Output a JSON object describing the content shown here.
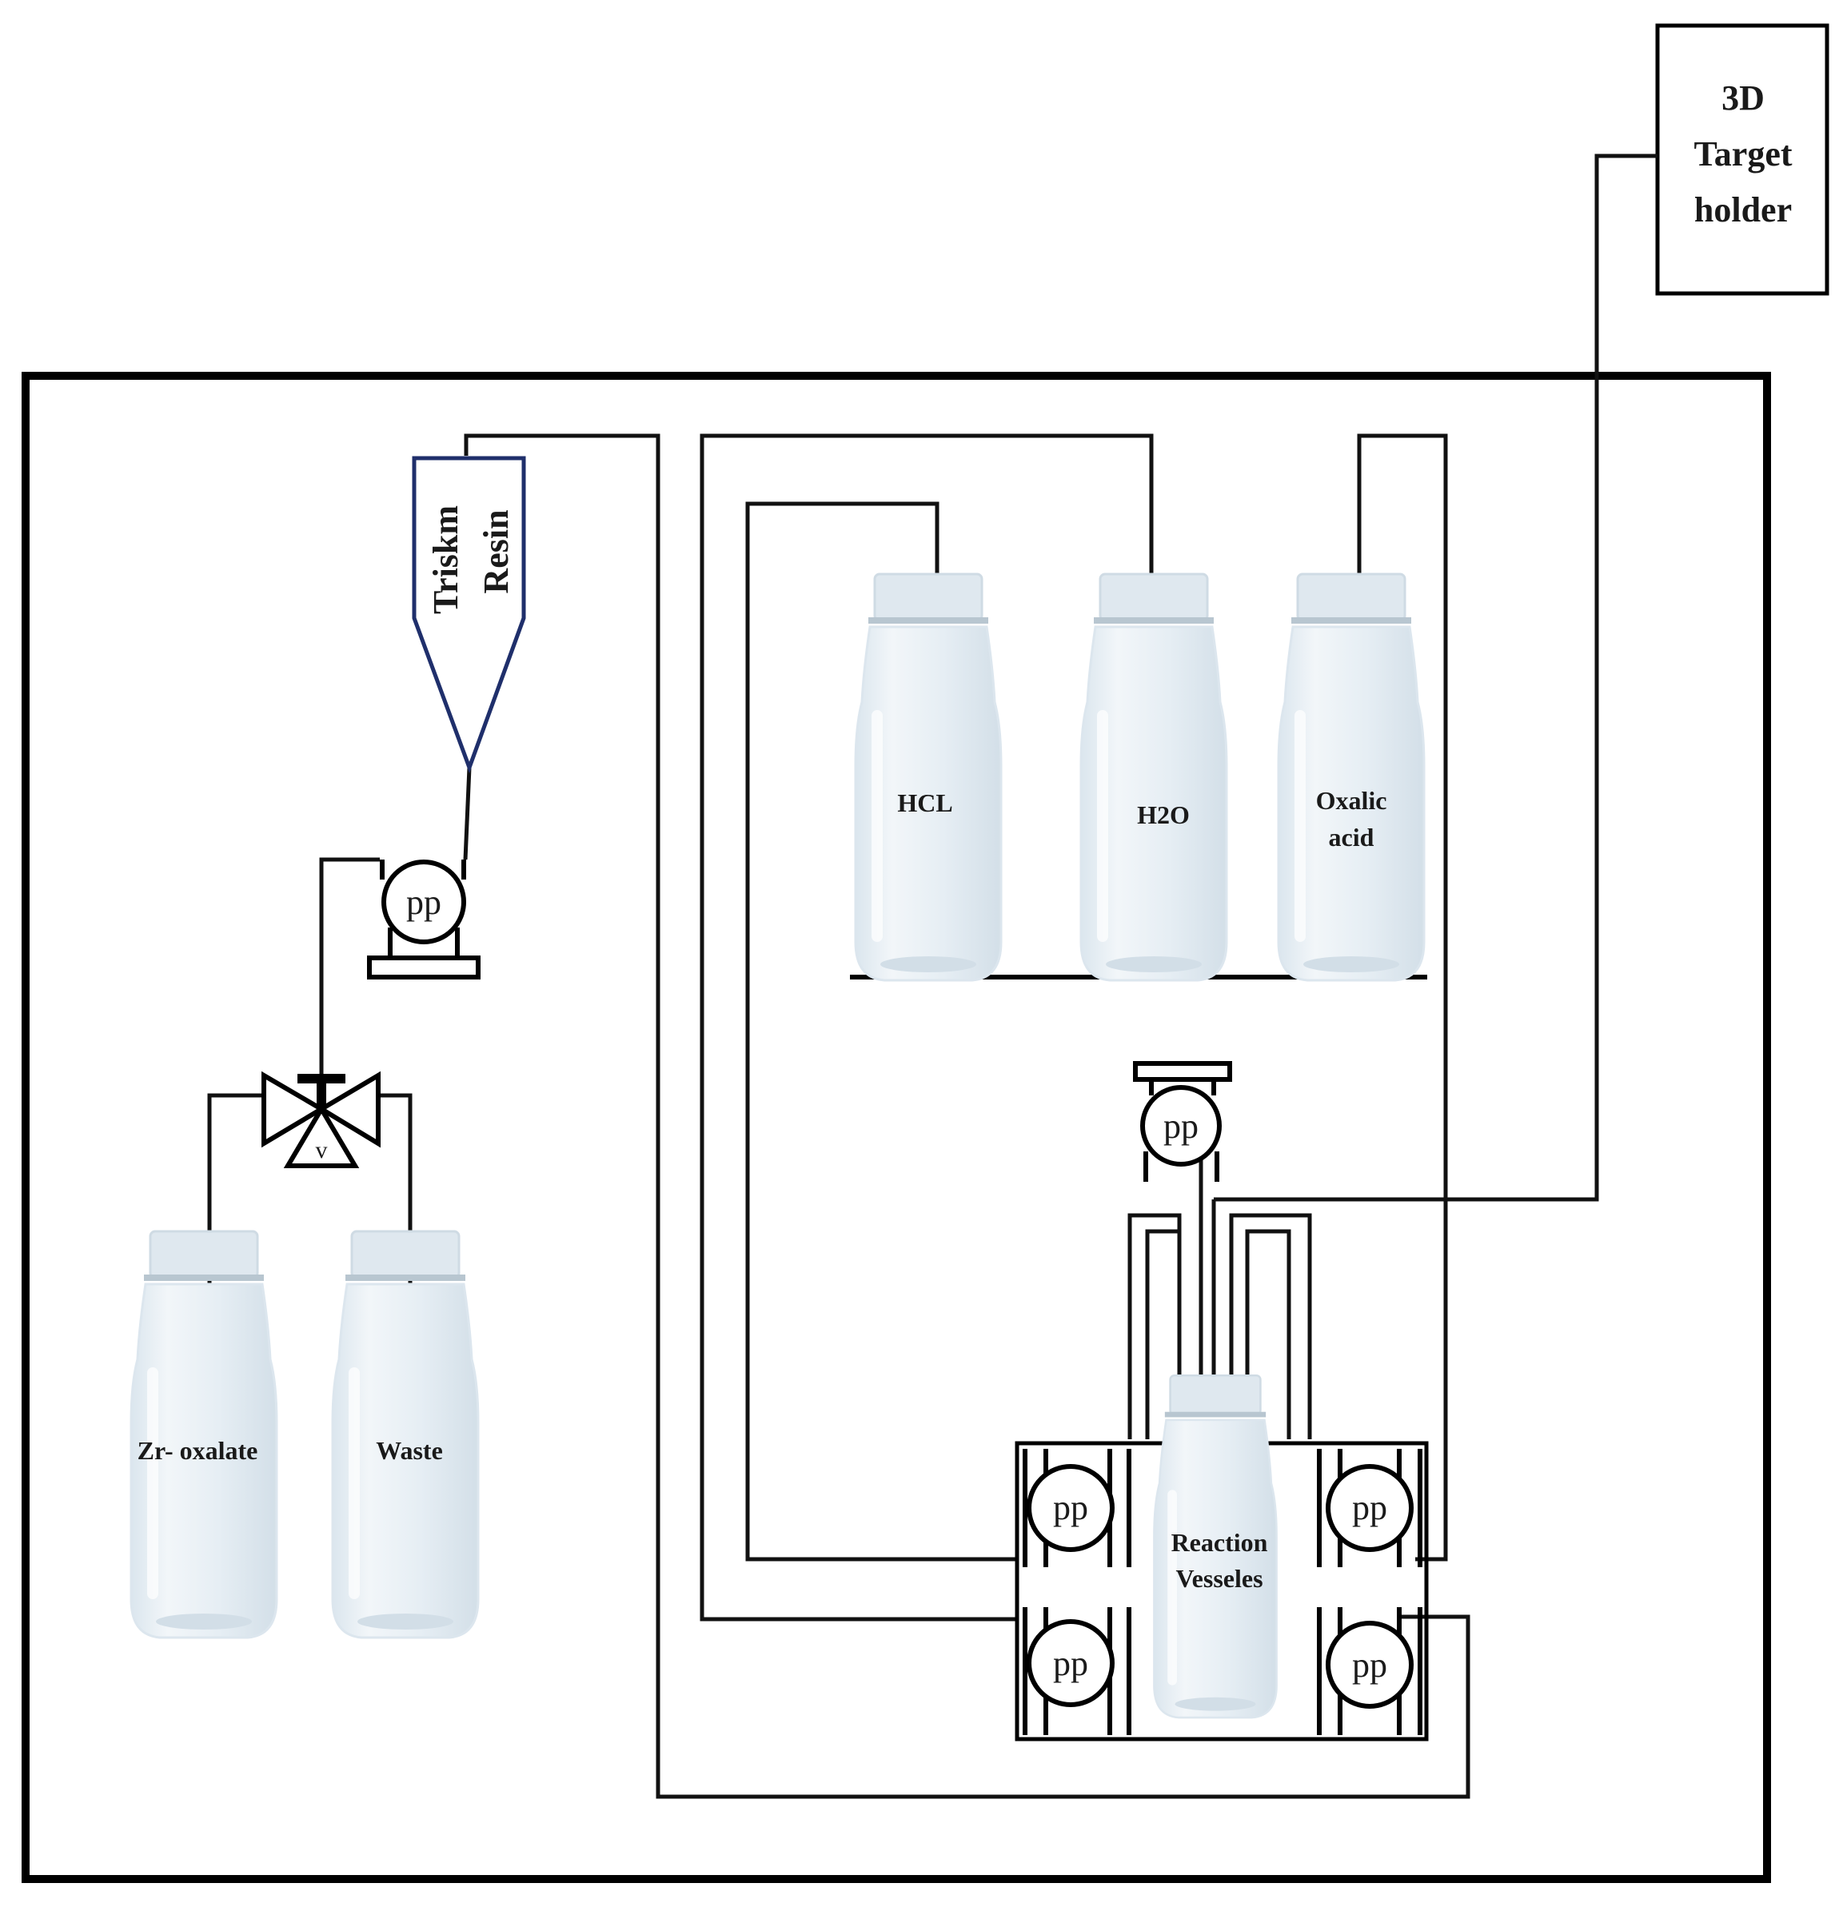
{
  "target_holder": {
    "line1": "3D",
    "line2": "Target",
    "line3": "holder"
  },
  "resin": {
    "line1": "Triskm",
    "line2": "Resin"
  },
  "pump_label": "pp",
  "valve_label": "v",
  "bottles": {
    "hcl": "HCL",
    "h2o": "H2O",
    "oxalic_line1": "Oxalic",
    "oxalic_line2": "acid",
    "zr_oxalate": "Zr- oxalate",
    "waste": "Waste"
  },
  "reaction": {
    "line1": "Reaction",
    "line2": "Vesseles"
  },
  "colors": {
    "line": "#111111",
    "resin_outline": "#1f2f6b",
    "glass": "#e3ecf3"
  }
}
